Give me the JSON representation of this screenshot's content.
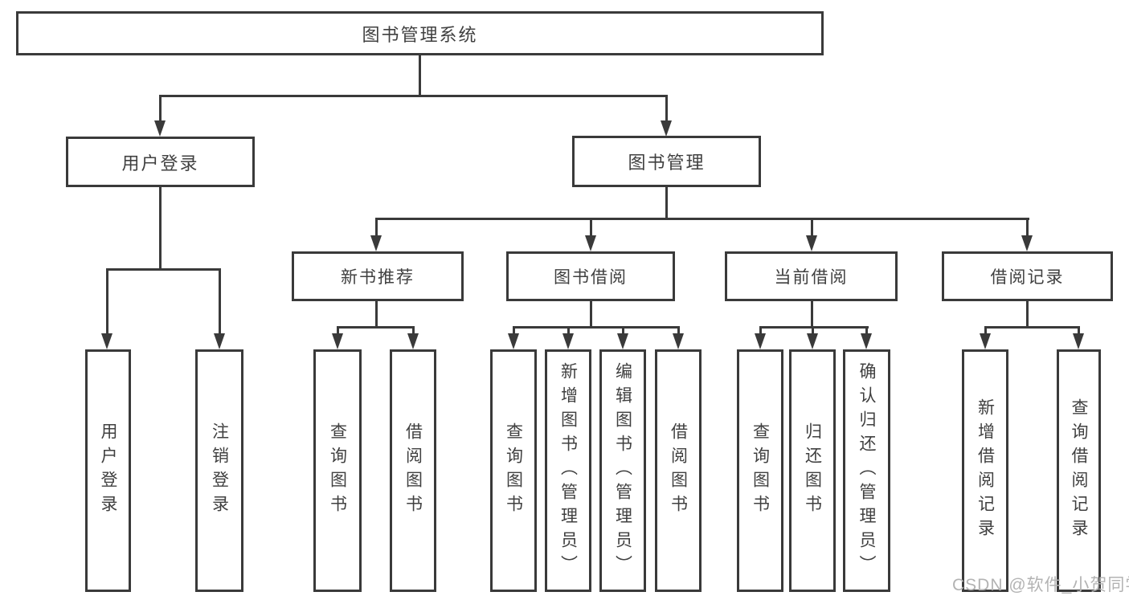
{
  "colors": {
    "line": "#3a3a3a",
    "text": "#404040",
    "watermark": "#b3b3b3",
    "background": "#ffffff"
  },
  "watermark": "CSDN @软件_小贺同学",
  "tree": {
    "label": "图书管理系统",
    "children": [
      {
        "label": "用户登录",
        "children": [
          {
            "label": "用户登录"
          },
          {
            "label": "注销登录"
          }
        ]
      },
      {
        "label": "图书管理",
        "children": [
          {
            "label": "新书推荐",
            "children": [
              {
                "label": "查询图书"
              },
              {
                "label": "借阅图书"
              }
            ]
          },
          {
            "label": "图书借阅",
            "children": [
              {
                "label": "查询图书"
              },
              {
                "label": "新增图书（管理员）"
              },
              {
                "label": "编辑图书（管理员）"
              },
              {
                "label": "借阅图书"
              }
            ]
          },
          {
            "label": "当前借阅",
            "children": [
              {
                "label": "查询图书"
              },
              {
                "label": "归还图书"
              },
              {
                "label": "确认归还（管理员）"
              }
            ]
          },
          {
            "label": "借阅记录",
            "children": [
              {
                "label": "新增借阅记录"
              },
              {
                "label": "查询借阅记录"
              }
            ]
          }
        ]
      }
    ]
  }
}
